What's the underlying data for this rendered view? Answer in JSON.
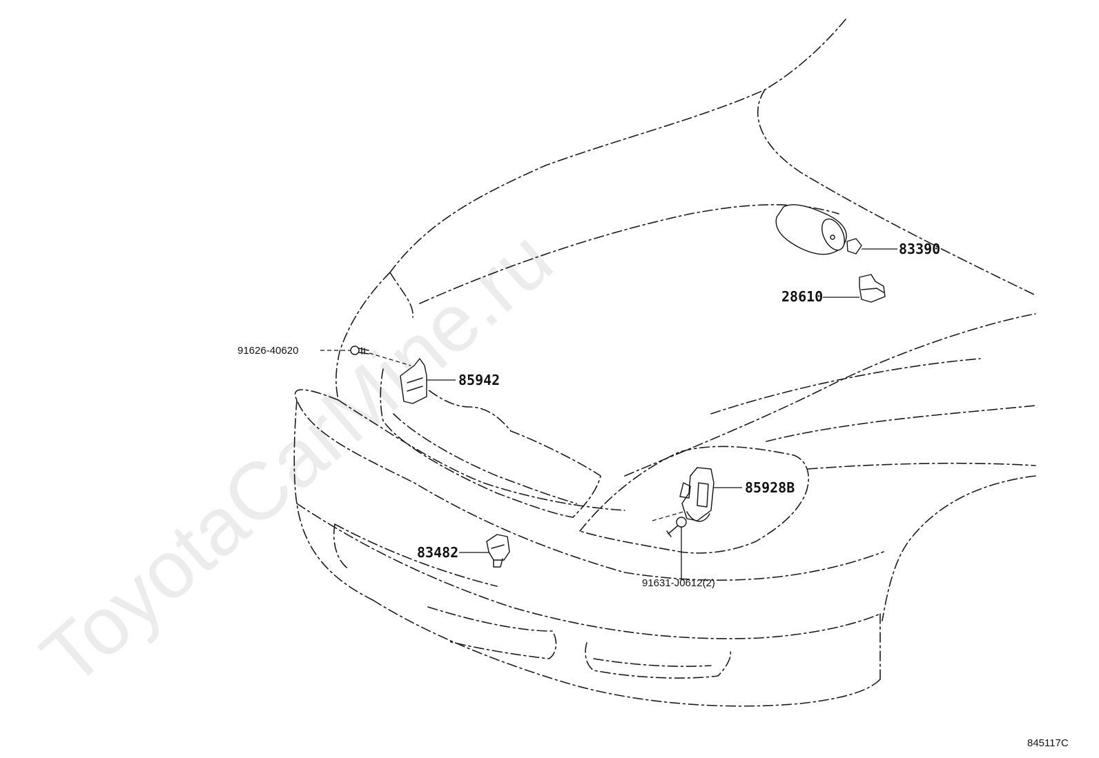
{
  "watermark": "ToyotaCarMine.ru",
  "diagram_code": "845117C",
  "parts": [
    {
      "id": "83390",
      "label": "83390"
    },
    {
      "id": "28610",
      "label": "28610"
    },
    {
      "id": "91626-40620",
      "label": "91626-40620"
    },
    {
      "id": "85942",
      "label": "85942"
    },
    {
      "id": "85928B",
      "label": "85928B"
    },
    {
      "id": "83482",
      "label": "83482"
    },
    {
      "id": "91631-J0612",
      "label": "91631-J0612(2)"
    }
  ]
}
